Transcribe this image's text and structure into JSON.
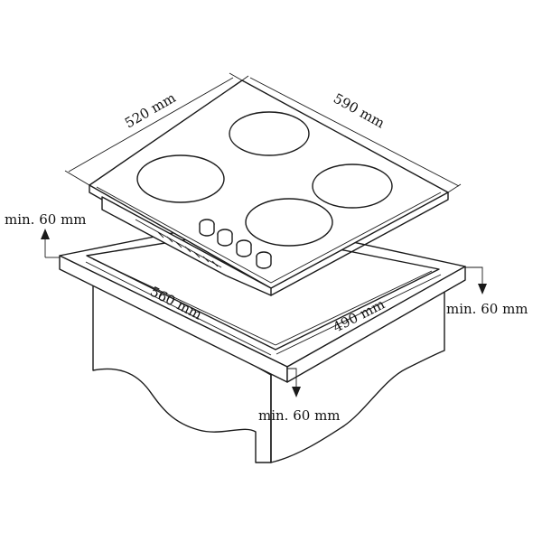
{
  "dimensions": {
    "hob_depth": "520 mm",
    "hob_width": "590 mm",
    "cutout_width": "560 mm",
    "cutout_depth": "490 mm",
    "clearance_back": "min. 60 mm",
    "clearance_right": "min. 60 mm",
    "clearance_front": "min. 60 mm"
  },
  "colors": {
    "line": "#1a1a1a",
    "background": "#ffffff"
  }
}
